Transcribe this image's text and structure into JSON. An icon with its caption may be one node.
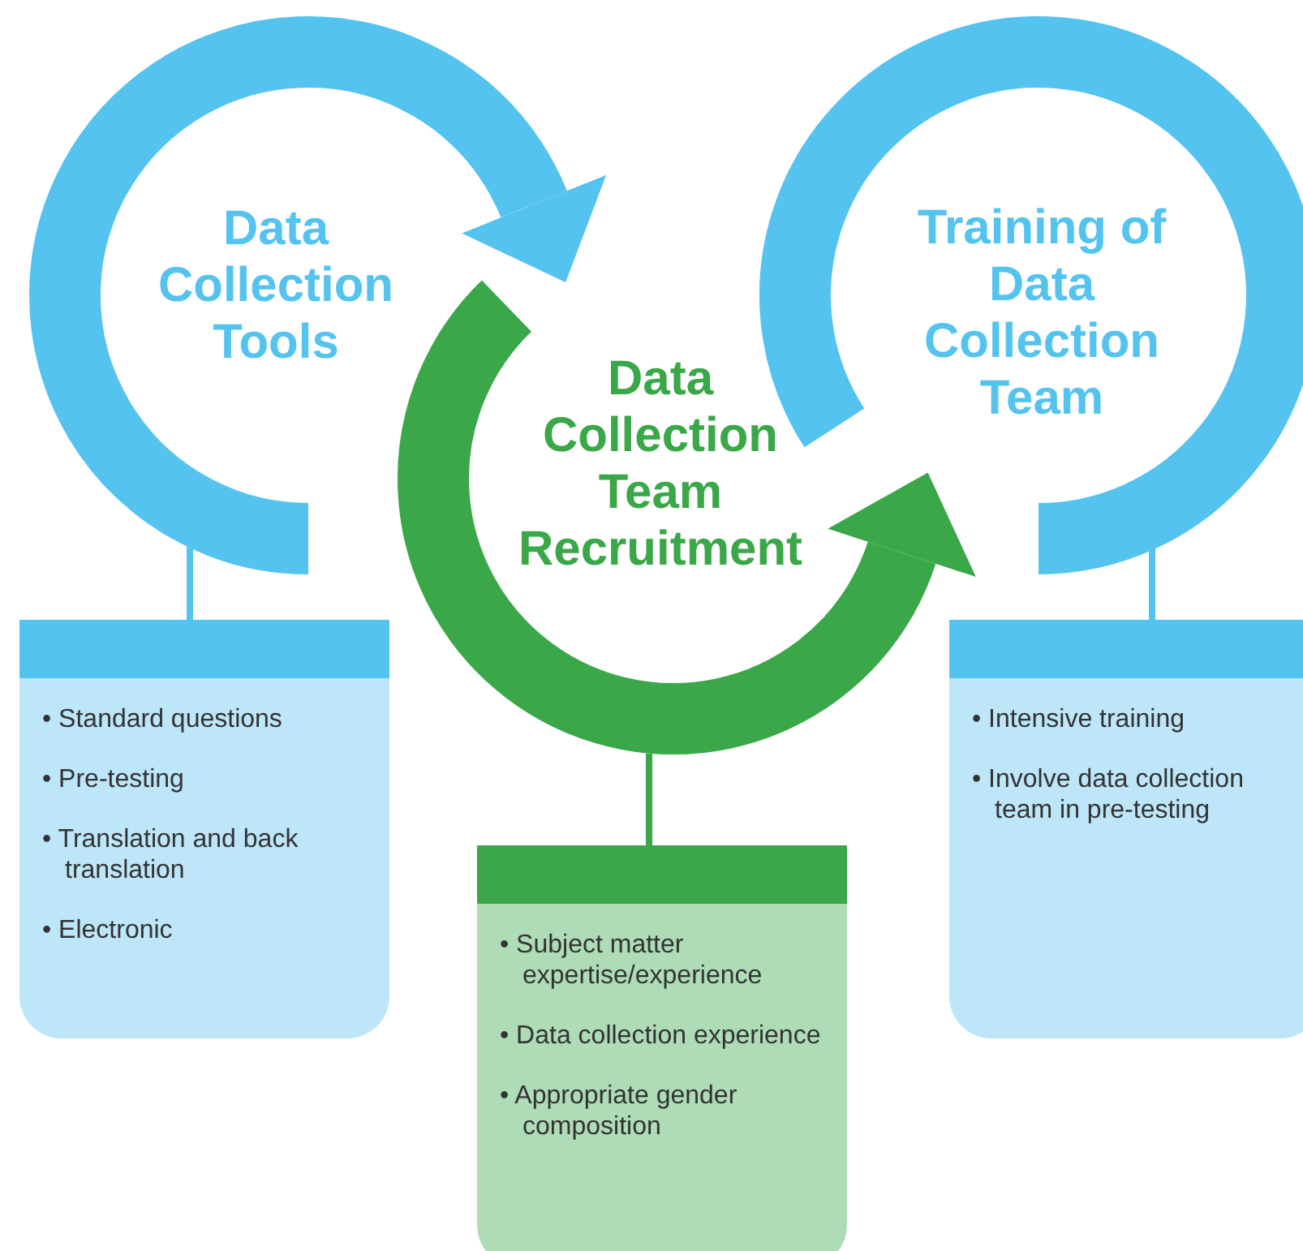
{
  "diagram": {
    "nodes": [
      {
        "text": [
          "Data Collection Tools"
        ]
      },
      {
        "text": [
          "Data Collection Team Recruitment"
        ]
      },
      {
        "text": [
          "Training of Data Collection Team"
        ]
      },
      {
        "text": [
          "• Standard questions",
          "• Pre-testing",
          "• Translation and back translation",
          "• Electronic"
        ]
      },
      {
        "text": [
          "• Subject matter expertise/experience",
          "• Data collection experience",
          "• Appropriate gender composition"
        ]
      },
      {
        "text": [
          "• Intensive training",
          "• Involve data collection team in pre-testing"
        ]
      }
    ],
    "edges": [
      {
        "from": 0,
        "to": 1,
        "arrow": "to",
        "style": "thick"
      },
      {
        "from": 1,
        "to": 2,
        "arrow": "to",
        "style": "thick",
        "color": "#3aa748"
      },
      {
        "from": 0,
        "to": 3,
        "arrow": "none"
      },
      {
        "from": 1,
        "to": 4,
        "arrow": "none",
        "color": "#3aa748"
      },
      {
        "from": 2,
        "to": 5,
        "arrow": "none"
      }
    ]
  }
}
